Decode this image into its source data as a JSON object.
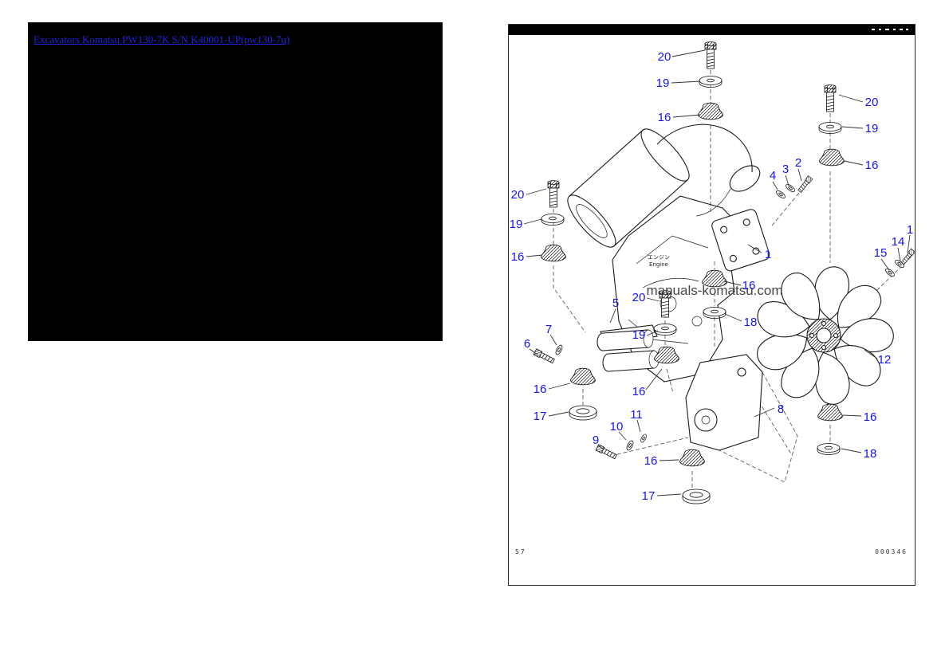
{
  "left_panel": {
    "link": "Excavators Komatsu PW130-7K S/N K40001-UP(pw130-7u)"
  },
  "diagram": {
    "watermark": "manuals-komatsu.com",
    "engine_label_jp": "エンジン",
    "engine_label_en": "Engine",
    "sheet_no": "57",
    "drawing_no": "000346",
    "callouts": [
      "20",
      "19",
      "16",
      "20",
      "19",
      "16",
      "20",
      "19",
      "16",
      "4",
      "3",
      "2",
      "1",
      "1",
      "14",
      "15",
      "16",
      "18",
      "5",
      "20",
      "19",
      "6",
      "7",
      "16",
      "17",
      "16",
      "9",
      "10",
      "11",
      "16",
      "17",
      "8",
      "12",
      "16",
      "18"
    ]
  },
  "colors": {
    "callout_blue": "#1414f0",
    "link_blue": "#2323e0",
    "panel_bg": "#000000"
  }
}
